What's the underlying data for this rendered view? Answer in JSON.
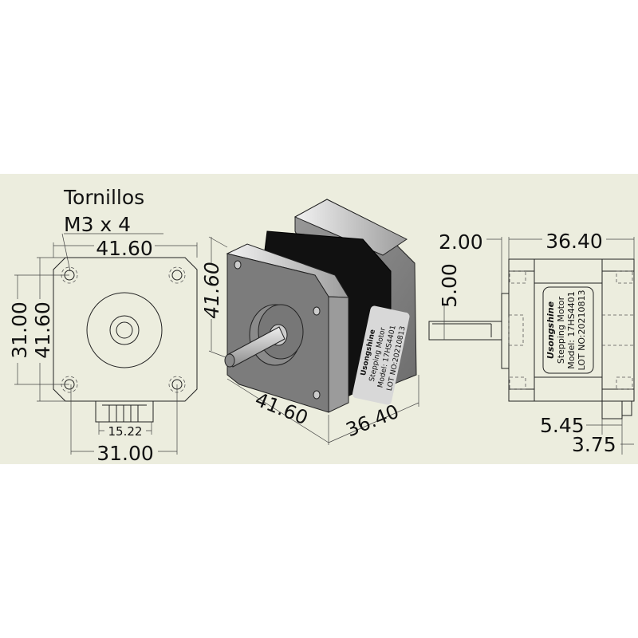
{
  "colors": {
    "background_band": "#ecedde",
    "body": "#111111",
    "plate": "#8a8a8a",
    "line": "#222222"
  },
  "front_view": {
    "note_line1": "Tornillos",
    "note_line2": "M3 x 4",
    "dim_width": "41.60",
    "dim_height": "41.60",
    "dim_hole_spacing_v": "31.00",
    "dim_hole_spacing_h": "31.00",
    "dim_connector": "15.22"
  },
  "iso_view": {
    "dim_height": "41.60",
    "dim_width": "41.60",
    "dim_length": "36.40",
    "label": {
      "brand": "Usongshine",
      "type": "Stepping Motor",
      "model": "Model: 17HS4401",
      "lot": "LOT NO:20210813"
    }
  },
  "side_view": {
    "dim_flange": "2.00",
    "dim_length": "36.40",
    "dim_shaft": "5.00",
    "dim_connector_a": "5.45",
    "dim_connector_b": "3.75",
    "label": {
      "brand": "Usongshine",
      "type": "Stepping Motor",
      "model": "Model: 17HS4401",
      "lot": "LOT NO:20210813"
    }
  }
}
